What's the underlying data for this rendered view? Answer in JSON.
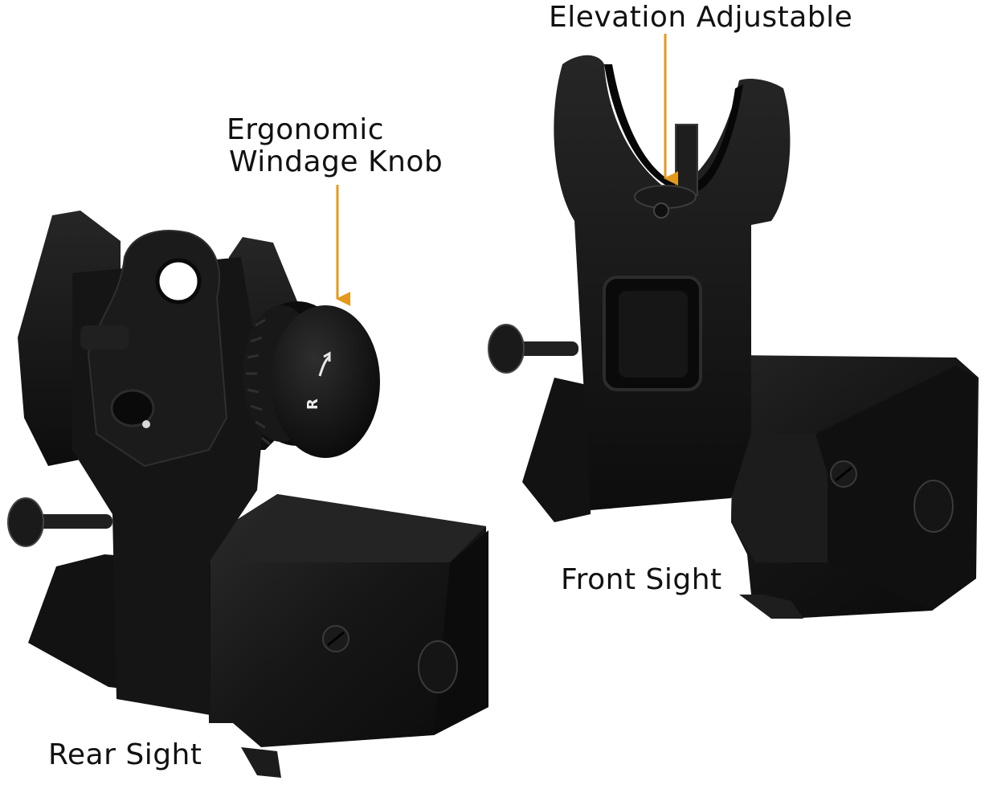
{
  "labels": {
    "elevation": "Elevation Adjustable",
    "knob_line1": "Ergonomic",
    "knob_line2": "Windage Knob",
    "front_sight": "Front Sight",
    "rear_sight": "Rear Sight"
  },
  "knob_marking": "R",
  "colors": {
    "background": "#ffffff",
    "metal": "#141414",
    "metal_light": "#2a2a2a",
    "arrow": "#e39a1c",
    "text": "#111111"
  }
}
